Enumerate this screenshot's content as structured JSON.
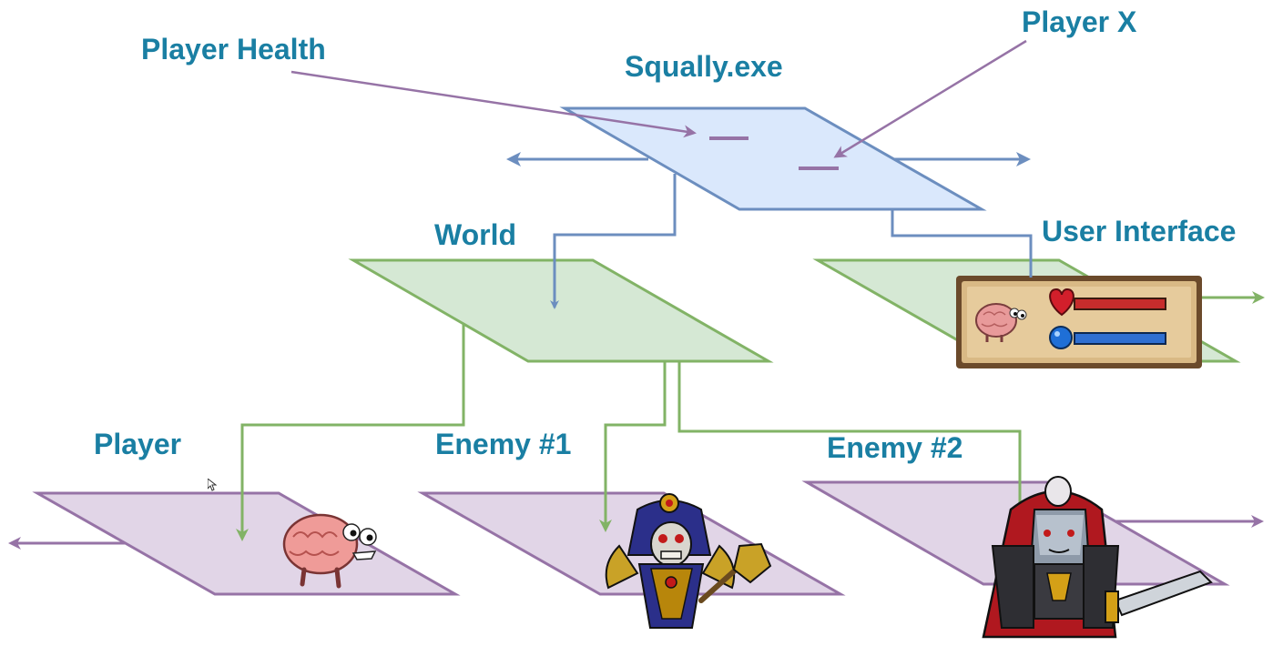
{
  "diagram": {
    "labels": {
      "player_health": "Player Health",
      "player_x": "Player X",
      "squally_exe": "Squally.exe",
      "world": "World",
      "user_interface": "User Interface",
      "player": "Player",
      "enemy_1": "Enemy #1",
      "enemy_2": "Enemy #2"
    },
    "nodes": [
      {
        "id": "squally",
        "label_key": "squally_exe",
        "fill": "#dae8fc",
        "stroke": "#6c8ebf"
      },
      {
        "id": "world",
        "label_key": "world",
        "fill": "#d5e8d4",
        "stroke": "#82b366"
      },
      {
        "id": "ui",
        "label_key": "user_interface",
        "fill": "#d5e8d4",
        "stroke": "#82b366"
      },
      {
        "id": "player",
        "label_key": "player",
        "fill": "#e1d5e7",
        "stroke": "#9673a6"
      },
      {
        "id": "enemy1",
        "label_key": "enemy_1",
        "fill": "#e1d5e7",
        "stroke": "#9673a6"
      },
      {
        "id": "enemy2",
        "label_key": "enemy_2",
        "fill": "#e1d5e7",
        "stroke": "#9673a6"
      }
    ],
    "edges": [
      {
        "from": "squally",
        "to": "world"
      },
      {
        "from": "squally",
        "to": "ui"
      },
      {
        "from": "world",
        "to": "player"
      },
      {
        "from": "world",
        "to": "enemy1"
      },
      {
        "from": "world",
        "to": "enemy2"
      }
    ],
    "colors": {
      "label_text": "#1a7fa3",
      "blue_line": "#6c8ebf",
      "green_line": "#82b366",
      "purple_line": "#9673a6"
    },
    "sprites": [
      "brain-sprite",
      "skeleton-lich-sprite",
      "vampire-knight-sprite",
      "health-mana-panel"
    ]
  }
}
